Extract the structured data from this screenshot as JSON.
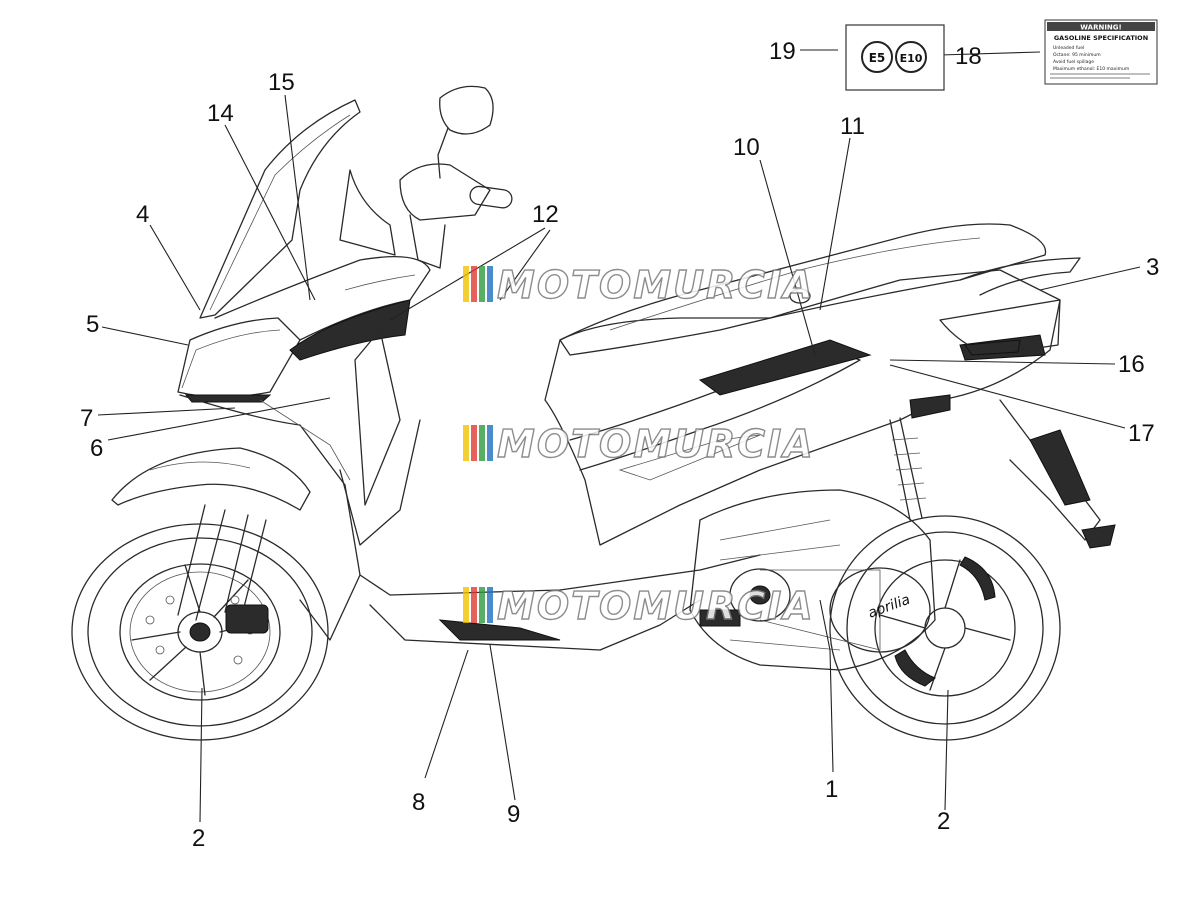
{
  "callouts": [
    {
      "id": "1",
      "label": "1"
    },
    {
      "id": "2a",
      "label": "2"
    },
    {
      "id": "2b",
      "label": "2"
    },
    {
      "id": "3",
      "label": "3"
    },
    {
      "id": "4",
      "label": "4"
    },
    {
      "id": "5",
      "label": "5"
    },
    {
      "id": "6",
      "label": "6"
    },
    {
      "id": "7",
      "label": "7"
    },
    {
      "id": "8",
      "label": "8"
    },
    {
      "id": "9",
      "label": "9"
    },
    {
      "id": "10",
      "label": "10"
    },
    {
      "id": "11",
      "label": "11"
    },
    {
      "id": "12",
      "label": "12"
    },
    {
      "id": "14",
      "label": "14"
    },
    {
      "id": "15",
      "label": "15"
    },
    {
      "id": "16",
      "label": "16"
    },
    {
      "id": "17",
      "label": "17"
    },
    {
      "id": "18",
      "label": "18"
    },
    {
      "id": "19",
      "label": "19"
    }
  ],
  "fuel_badge": {
    "left": "E5",
    "right": "E10"
  },
  "warning_label": {
    "title": "WARNING!",
    "subtitle": "GASOLINE SPECIFICATION",
    "lines": [
      "Unleaded fuel",
      "Octane: 95 minimum",
      "Avoid fuel spillage",
      "Maximum ethanol: E10 maximum"
    ]
  },
  "engine_cover_brand": "aprilia",
  "watermark": {
    "text": "MOTOMURCIA",
    "colors": [
      "#f2c200",
      "#e03a2f",
      "#2f9a3e",
      "#1f6fc0"
    ]
  }
}
